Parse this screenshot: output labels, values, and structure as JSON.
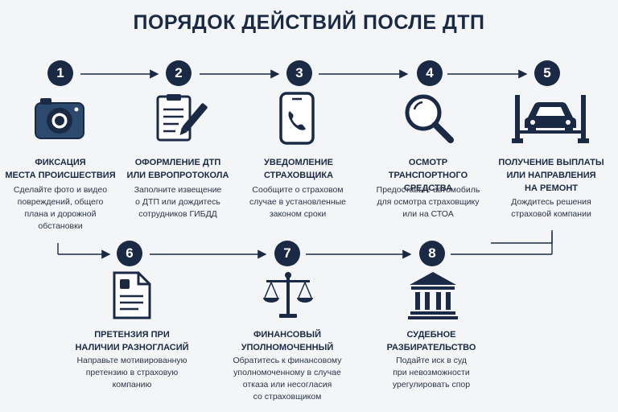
{
  "title": "ПОРЯДОК ДЕЙСТВИЙ ПОСЛЕ ДТП",
  "steps": [
    {
      "num": "1",
      "icon": "camera-icon",
      "title": "Фиксация\nместа происшествия",
      "desc": "Сделайте фото и видео\nповреждений, общего\nплана и дорожной\nобстановки"
    },
    {
      "num": "2",
      "icon": "form-pen-icon",
      "title": "Оформление ДТП\nили европротокола",
      "desc": "Заполните извещение\nо ДТП или дождитесь\nсотрудников ГИБДД"
    },
    {
      "num": "3",
      "icon": "smartphone-call-icon",
      "title": "Уведомление\nстраховщика",
      "desc": "Сообщите о страховом\nслучае в установленные\nзаконом сроки"
    },
    {
      "num": "4",
      "icon": "magnifier-icon",
      "title": "Осмотр\nтранспортного средства",
      "desc": "Предоставьте автомобиль\nдля осмотра страховщику\nили на СТОА"
    },
    {
      "num": "5",
      "icon": "car-lift-icon",
      "title": "Получение выплаты\nили направления\nна ремонт",
      "desc": "Дождитесь решения\nстраховой компании"
    },
    {
      "num": "6",
      "icon": "claim-document-icon",
      "title": "Претензия при\nналичии разногласий",
      "desc": "Направьте мотивированную\nпретензию в страховую\nкомпанию"
    },
    {
      "num": "7",
      "icon": "scales-icon",
      "title": "Финансовый\nуполномоченный",
      "desc": "Обратитесь к финансовому\nуполномоченному в случае\nотказа или несогласия\nсо страховщиком"
    },
    {
      "num": "8",
      "icon": "courthouse-icon",
      "title": "Судебное\nразбирательство",
      "desc": "Подайте иск в суд\nпри невозможности\nурегулировать спор"
    }
  ],
  "colors": {
    "primary": "#1b2a44",
    "background": "#f4f5f7"
  }
}
